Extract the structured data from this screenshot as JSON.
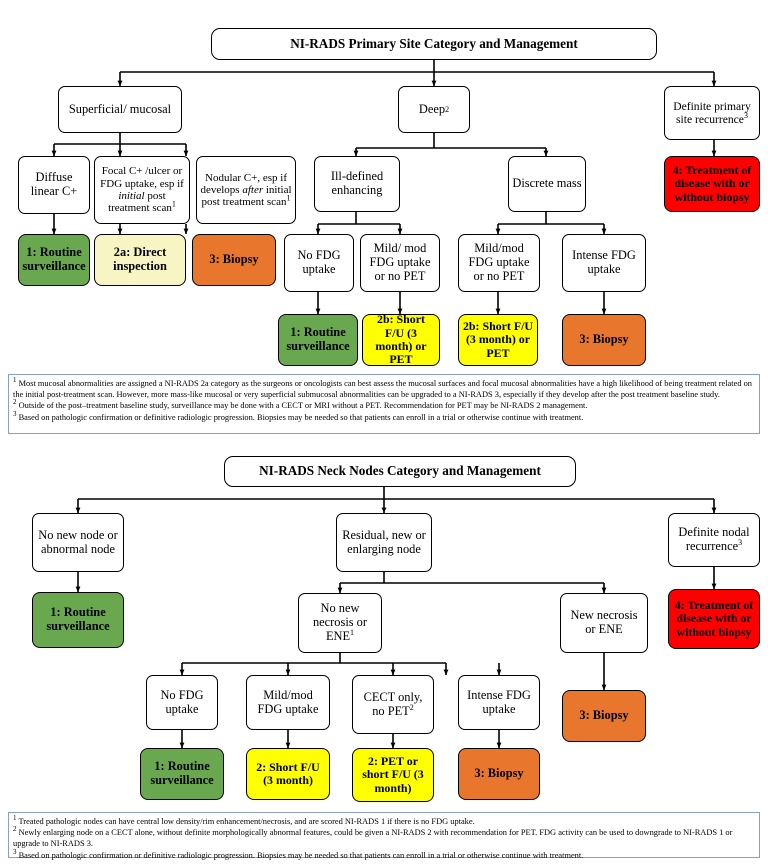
{
  "charts": [
    {
      "title": "NI-RADS Primary Site Category and Management",
      "nodes": {
        "superficial": "Superficial/ mucosal",
        "deep": "Deep",
        "deep_sup": "2",
        "definite": "Definite primary site recurrence",
        "definite_sup": "3",
        "definite_outcome": "4: Treatment of disease with or without biopsy",
        "diffuse": "Diffuse linear C+",
        "focal_a": "Focal C+ /ulcer or FDG uptake, esp if ",
        "focal_i": "initial",
        "focal_b": " post treatment scan",
        "focal_sup": "1",
        "nodular_a": "Nodular C+, esp if develops ",
        "nodular_i": "after",
        "nodular_b": " initial post treatment scan",
        "nodular_sup": "1",
        "illdefined": "Ill-defined enhancing",
        "discrete": "Discrete mass",
        "diffuse_outcome": "1: Routine surveillance",
        "focal_outcome": "2a: Direct inspection",
        "nodular_outcome": "3: Biopsy",
        "no_fdg": "No FDG uptake",
        "mild_mod_1": "Mild/ mod FDG uptake or no PET",
        "mild_mod_2": "Mild/mod FDG uptake or no PET",
        "intense": "Intense FDG uptake",
        "no_fdg_outcome": "1: Routine surveillance",
        "mild1_outcome": "2b: Short F/U (3 month) or PET",
        "mild2_outcome": "2b: Short F/U (3 month) or PET",
        "intense_outcome": "3: Biopsy"
      },
      "footnotes": [
        {
          "sup": "1",
          "text": "Most mucosal abnormalities are assigned a NI-RADS 2a category as the surgeons or oncologists can best assess the mucosal surfaces and focal mucosal abnormalities have a high likelihood of being treatment related on the initial post-treatment scan. However, more mass-like mucosal or very superficial submucosal abnormalities can be upgraded to a NI-RADS 3, especially if they develop after the post treatment baseline study."
        },
        {
          "sup": "2",
          "text": "Outside of the post–treatment baseline study, surveillance may be done with a CECT or MRI without a PET. Recommendation for PET may be NI-RADS 2 management."
        },
        {
          "sup": "3",
          "text": "Based on pathologic confirmation or definitive radiologic progression. Biopsies may be needed so that patients can enroll in a trial or otherwise continue with treatment."
        }
      ]
    },
    {
      "title": "NI-RADS Neck Nodes Category and Management",
      "nodes": {
        "nonew": "No new node or abnormal node",
        "residual": "Residual, new or enlarging node",
        "definite": "Definite nodal recurrence",
        "definite_sup": "3",
        "nonew_outcome": "1: Routine surveillance",
        "definite_outcome": "4: Treatment of disease with or without biopsy",
        "nonecrosis": "No new necrosis or ENE",
        "nonecrosis_sup": "1",
        "newnecrosis": "New necrosis or ENE",
        "newnecrosis_outcome": "3: Biopsy",
        "no_fdg": "No FDG uptake",
        "mildmod": "Mild/mod FDG uptake",
        "cect": "CECT only, no PET",
        "cect_sup": "2",
        "intense": "Intense FDG uptake",
        "no_fdg_outcome": "1: Routine surveillance",
        "mildmod_outcome": "2: Short F/U (3 month)",
        "cect_outcome": "2: PET or short F/U (3 month)",
        "intense_outcome": "3: Biopsy"
      },
      "footnotes": [
        {
          "sup": "1",
          "text": "Treated pathologic nodes can have central low density/rim enhancement/necrosis, and are scored NI-RADS 1 if there is no FDG uptake."
        },
        {
          "sup": "2",
          "text": "Newly enlarging node on a CECT alone, without definite morphologically abnormal features, could be given a NI-RADS 2 with recommendation for PET. FDG activity can be used to downgrade to NI-RADS 1 or upgrade to NI-RADS 3."
        },
        {
          "sup": "3",
          "text": "Based on pathologic confirmation or definitive radiologic progression. Biopsies may be needed so that patients can enroll in a trial or otherwise continue with treatment."
        }
      ]
    }
  ],
  "colors": {
    "green": "#6aa84f",
    "yellow": "#ffff00",
    "pale_yellow": "#f7f5c4",
    "orange": "#e8762c",
    "red": "#ff0000",
    "border": "#000000",
    "note_border": "#8aa0c8"
  }
}
